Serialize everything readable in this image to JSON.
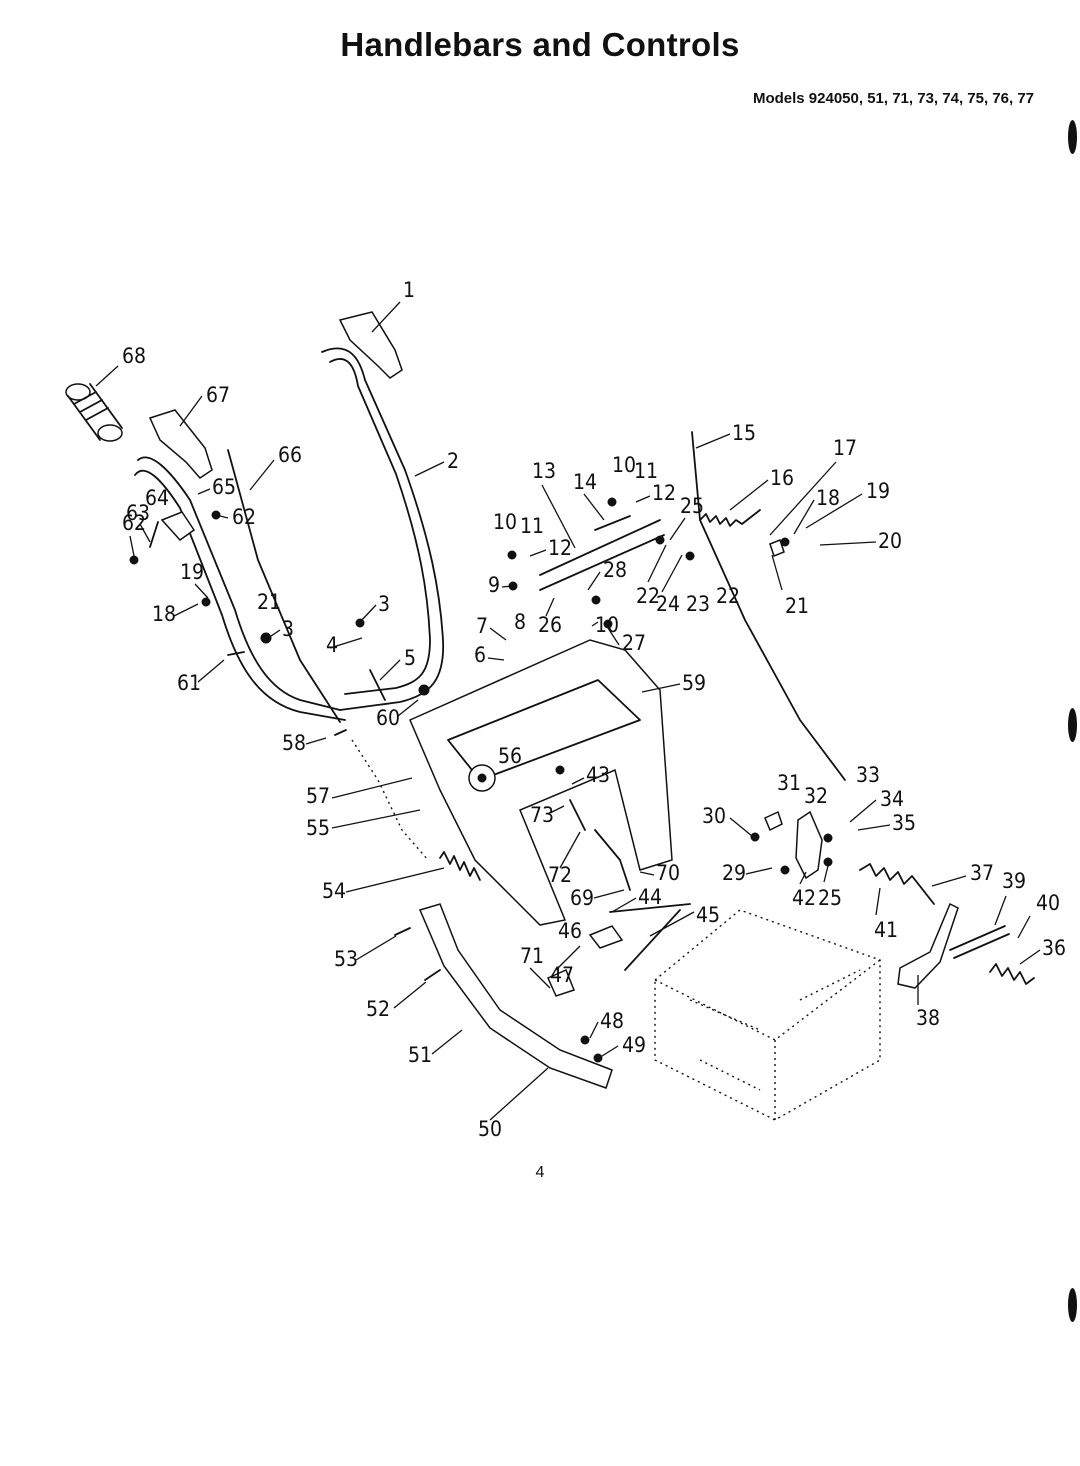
{
  "header": {
    "title": "Handlebars and Controls",
    "models": "Models 924050, 51, 71, 73, 74, 75, 76, 77"
  },
  "footer": {
    "page_number": "4"
  },
  "callouts": [
    {
      "id": "c1",
      "text": "1"
    },
    {
      "id": "c2",
      "text": "2"
    },
    {
      "id": "c3a",
      "text": "3"
    },
    {
      "id": "c3b",
      "text": "3"
    },
    {
      "id": "c4",
      "text": "4"
    },
    {
      "id": "c5",
      "text": "5"
    },
    {
      "id": "c6",
      "text": "6"
    },
    {
      "id": "c7",
      "text": "7"
    },
    {
      "id": "c8",
      "text": "8"
    },
    {
      "id": "c9",
      "text": "9"
    },
    {
      "id": "c10a",
      "text": "10"
    },
    {
      "id": "c10b",
      "text": "10"
    },
    {
      "id": "c10c",
      "text": "10"
    },
    {
      "id": "c11a",
      "text": "11"
    },
    {
      "id": "c11b",
      "text": "11"
    },
    {
      "id": "c12a",
      "text": "12"
    },
    {
      "id": "c12b",
      "text": "12"
    },
    {
      "id": "c13",
      "text": "13"
    },
    {
      "id": "c14",
      "text": "14"
    },
    {
      "id": "c15",
      "text": "15"
    },
    {
      "id": "c16",
      "text": "16"
    },
    {
      "id": "c17",
      "text": "17"
    },
    {
      "id": "c18a",
      "text": "18"
    },
    {
      "id": "c18b",
      "text": "18"
    },
    {
      "id": "c19a",
      "text": "19"
    },
    {
      "id": "c19b",
      "text": "19"
    },
    {
      "id": "c20",
      "text": "20"
    },
    {
      "id": "c21a",
      "text": "21"
    },
    {
      "id": "c21b",
      "text": "21"
    },
    {
      "id": "c22a",
      "text": "22"
    },
    {
      "id": "c22b",
      "text": "22"
    },
    {
      "id": "c23",
      "text": "23"
    },
    {
      "id": "c24",
      "text": "24"
    },
    {
      "id": "c25a",
      "text": "25"
    },
    {
      "id": "c25b",
      "text": "25"
    },
    {
      "id": "c26",
      "text": "26"
    },
    {
      "id": "c27",
      "text": "27"
    },
    {
      "id": "c28",
      "text": "28"
    },
    {
      "id": "c29",
      "text": "29"
    },
    {
      "id": "c30",
      "text": "30"
    },
    {
      "id": "c31",
      "text": "31"
    },
    {
      "id": "c32",
      "text": "32"
    },
    {
      "id": "c33",
      "text": "33"
    },
    {
      "id": "c34",
      "text": "34"
    },
    {
      "id": "c35",
      "text": "35"
    },
    {
      "id": "c36",
      "text": "36"
    },
    {
      "id": "c37",
      "text": "37"
    },
    {
      "id": "c38",
      "text": "38"
    },
    {
      "id": "c39",
      "text": "39"
    },
    {
      "id": "c40",
      "text": "40"
    },
    {
      "id": "c41",
      "text": "41"
    },
    {
      "id": "c42",
      "text": "42"
    },
    {
      "id": "c43",
      "text": "43"
    },
    {
      "id": "c44",
      "text": "44"
    },
    {
      "id": "c45",
      "text": "45"
    },
    {
      "id": "c46",
      "text": "46"
    },
    {
      "id": "c47",
      "text": "47"
    },
    {
      "id": "c48",
      "text": "48"
    },
    {
      "id": "c49",
      "text": "49"
    },
    {
      "id": "c50",
      "text": "50"
    },
    {
      "id": "c51",
      "text": "51"
    },
    {
      "id": "c52",
      "text": "52"
    },
    {
      "id": "c53",
      "text": "53"
    },
    {
      "id": "c54",
      "text": "54"
    },
    {
      "id": "c55",
      "text": "55"
    },
    {
      "id": "c56",
      "text": "56"
    },
    {
      "id": "c57",
      "text": "57"
    },
    {
      "id": "c58",
      "text": "58"
    },
    {
      "id": "c59",
      "text": "59"
    },
    {
      "id": "c60",
      "text": "60"
    },
    {
      "id": "c61",
      "text": "61"
    },
    {
      "id": "c62a",
      "text": "62"
    },
    {
      "id": "c62b",
      "text": "62"
    },
    {
      "id": "c63",
      "text": "63"
    },
    {
      "id": "c64",
      "text": "64"
    },
    {
      "id": "c65",
      "text": "65"
    },
    {
      "id": "c66",
      "text": "66"
    },
    {
      "id": "c67",
      "text": "67"
    },
    {
      "id": "c68",
      "text": "68"
    },
    {
      "id": "c69",
      "text": "69"
    },
    {
      "id": "c70",
      "text": "70"
    },
    {
      "id": "c71",
      "text": "71"
    },
    {
      "id": "c72",
      "text": "72"
    },
    {
      "id": "c73",
      "text": "73"
    }
  ]
}
